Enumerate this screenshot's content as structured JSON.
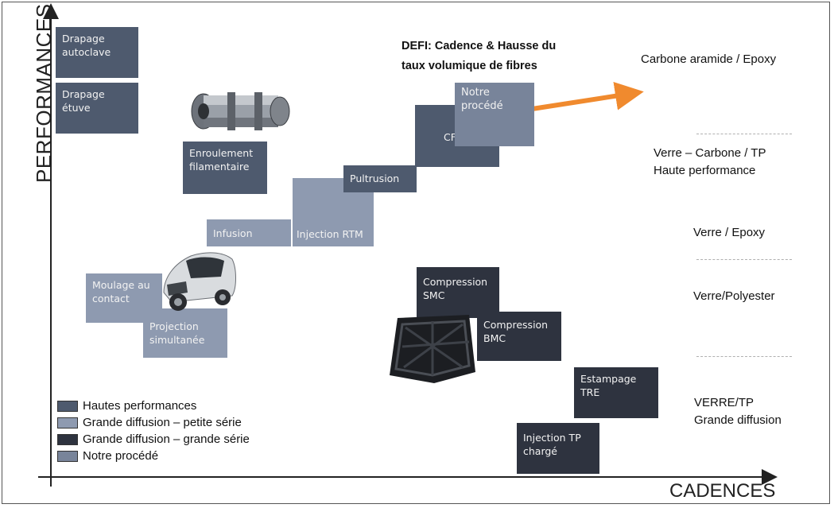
{
  "axes": {
    "y_label": "PERFORMANCES",
    "x_label": "CADENCES"
  },
  "challenge": {
    "text": "DEFI: Cadence & Hausse du\ntaux volumique de fibres"
  },
  "material_levels": [
    "Carbone aramide / Epoxy",
    "Verre – Carbone / TP\nHaute performance",
    "Verre / Epoxy",
    "Verre/Polyester",
    "VERRE/TP\nGrande diffusion"
  ],
  "processes": {
    "drapage_autoclave": "Drapage\nautoclave",
    "drapage_etuve": "Drapage\nétuve",
    "enroulement": "Enroulement\nfilamentaire",
    "infusion": "Infusion",
    "injection_rtm": "Injection RTM",
    "pultrusion": "Pultrusion",
    "cfrt": "CFRT",
    "notre_procede": "Notre procédé",
    "moulage": "Moulage au\ncontact",
    "projection": "Projection\nsimultanée",
    "compression_smc": "Compression\nSMC",
    "compression_bmc": "Compression\nBMC",
    "estampage_tre": "Estampage\nTRE",
    "injection_tp": "Injection TP\nchargé"
  },
  "legend": {
    "items": [
      {
        "label": "Hautes performances",
        "color": "#4e5a6e"
      },
      {
        "label": "Grande diffusion – petite série",
        "color": "#8e9ab0"
      },
      {
        "label": "Grande diffusion – grande série",
        "color": "#2e333f"
      },
      {
        "label": "Notre procédé",
        "color": "#78849a"
      }
    ]
  },
  "colors": {
    "arrow": "#f08a2e",
    "hautes_performances": "#4e5a6e",
    "petite_serie": "#8e9ab0",
    "grande_serie": "#2e333f",
    "notre_procede": "#78849a"
  }
}
